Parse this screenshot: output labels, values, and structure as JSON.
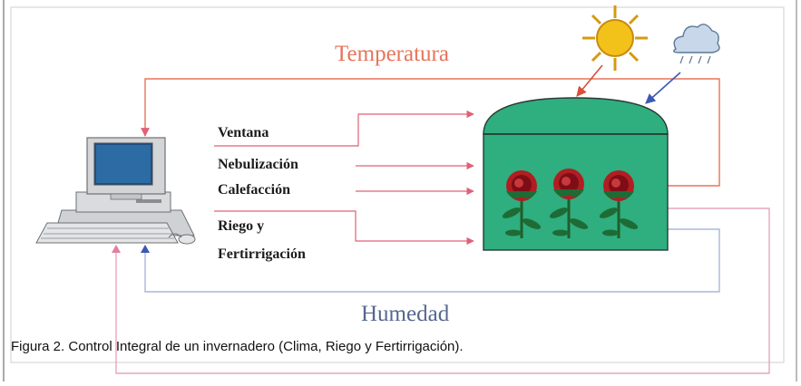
{
  "diagram": {
    "loop_labels": {
      "temperature": "Temperatura",
      "humidity": "Humedad"
    },
    "controls": [
      "Ventana",
      "Nebulización",
      "Calefacción"
    ],
    "irrigation_label": {
      "line1": "Riego y",
      "line2": "Fertirrigación"
    },
    "colors": {
      "temperature_loop": "#e8735a",
      "humidity_loop": "#a7b8d8",
      "humidity_text": "#55678f",
      "outer_loop": "#e6a7b8",
      "greenhouse": "#2fae80",
      "rose": "#b01e22",
      "sun": "#f2c21a",
      "arrow_blue": "#3c58b4",
      "control_arrow": "#e06078"
    },
    "icons": {
      "computer": "computer-icon",
      "sun": "sun-icon",
      "cloud": "cloud-rain-icon",
      "rose": "rose-icon"
    }
  },
  "caption": "Figura 2. Control Integral de un invernadero  (Clima, Riego y Fertirrigación)."
}
